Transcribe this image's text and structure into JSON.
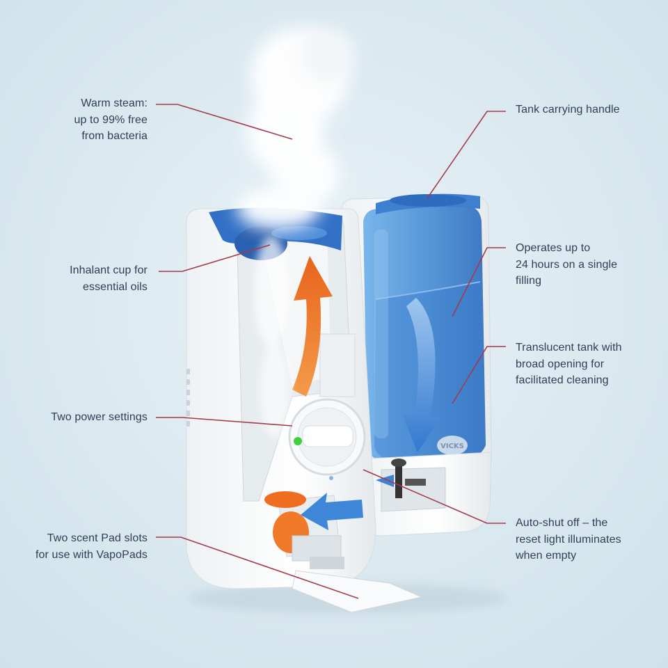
{
  "callouts": {
    "warm_steam": "Warm steam:\nup to 99% free\nfrom bacteria",
    "inhalant_cup": "Inhalant cup for\nessential oils",
    "power_settings": "Two power settings",
    "scent_pad_slots": "Two scent Pad slots\nfor use with VapoPads",
    "tank_handle": "Tank carrying handle",
    "operates": "Operates up to\n24 hours on a single\nfilling",
    "translucent_tank": "Translucent tank with\nbroad opening for\nfacilitated cleaning",
    "auto_shutoff": "Auto-shut off – the\nreset light illuminates\nwhen empty"
  },
  "brand_logo": "VICKS",
  "colors": {
    "leader_line": "#a33a4a",
    "label_text": "#2f3e55",
    "tank_blue": "#4a8fd6",
    "arrow_orange": "#f07a2a",
    "arrow_blue": "#3d86d8",
    "indicator_green": "#3fcf3f"
  }
}
